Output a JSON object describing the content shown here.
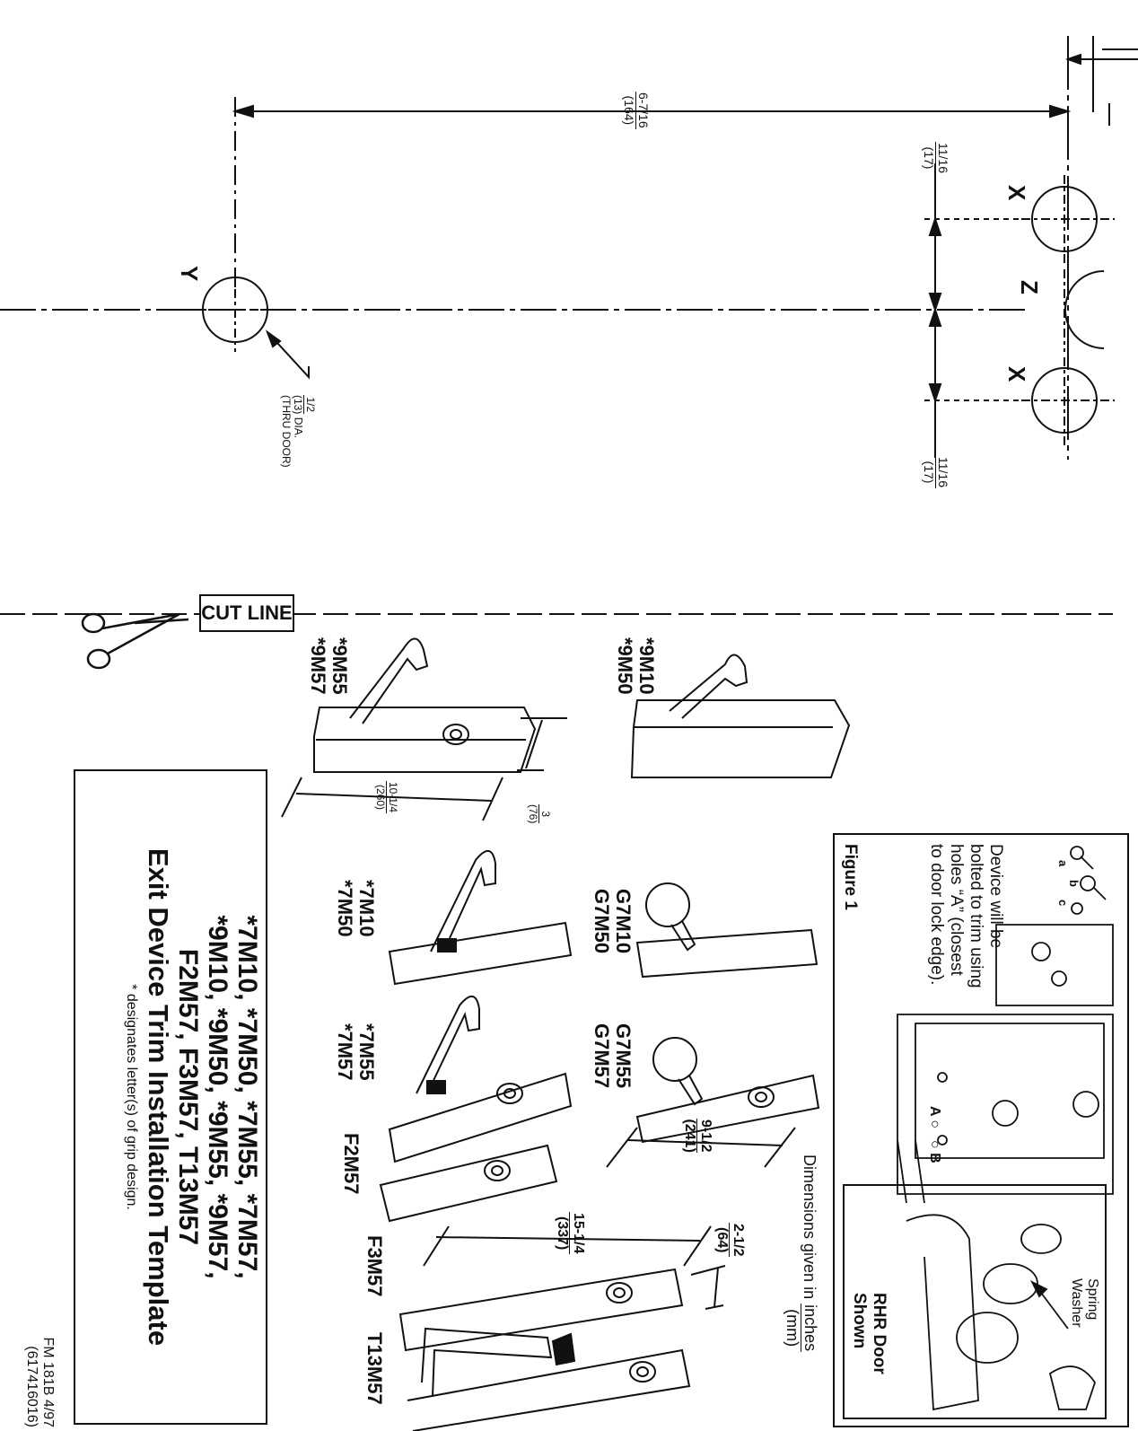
{
  "title": {
    "line1": "*7M10, *7M50, *7M55, *7M57,",
    "line2": "*9M10, *9M50, *9M55, *9M57,",
    "line3": "F2M57, F3M57, T13M57",
    "line4": "Exit Device Trim Installation Template",
    "note": "* designates letter(s) of grip design."
  },
  "footer": {
    "code": "FM 181B  4/97",
    "part": "(617416016)"
  },
  "cut_line": "CUT LINE",
  "holes": {
    "x": "X",
    "z": "Z",
    "y": "Y"
  },
  "dimensions": {
    "top": {
      "in": "6-7/16",
      "mm": "(164)"
    },
    "x_upper": {
      "in": "11/16",
      "mm": "(17)"
    },
    "x_lower": {
      "in": "11/16",
      "mm": "(17)"
    },
    "hole_dia": {
      "in": "1/2",
      "mm": "(13)",
      "dia": "DIA.",
      "note": "(THRU DOOR)"
    },
    "plate_9m": {
      "in": "10-1/4",
      "mm": "(260)"
    },
    "plate_9m_w": {
      "in": "3",
      "mm": "(76)"
    },
    "plate_7m": {
      "in": "9-1/2",
      "mm": "(241)"
    },
    "plate_f3": {
      "in": "15-1/4",
      "mm": "(337)"
    },
    "plate_f3_w": {
      "in": "2-1/2",
      "mm": "(64)"
    }
  },
  "models": {
    "m9a1": "*9M10",
    "m9a2": "*9M50",
    "m9b1": "*9M55",
    "m9b2": "*9M57",
    "g1a": "G7M10",
    "g1b": "G7M50",
    "g2a": "G7M55",
    "g2b": "G7M57",
    "m7a1": "*7M10",
    "m7a2": "*7M50",
    "m7b1": "*7M55",
    "m7b2": "*7M57",
    "f2": "F2M57",
    "f3": "F3M57",
    "t13": "T13M57"
  },
  "dims_note": {
    "prefix": "Dimensions given in",
    "in": "inches",
    "mm": "(mm)"
  },
  "figure": {
    "caption": "Figure 1",
    "text1": "Device will be",
    "text2": "bolted to trim using",
    "text3": "holes “A” (closest",
    "text4": "to door lock edge).",
    "rhr1": "RHR Door",
    "rhr2": "Shown",
    "spring1": "Spring",
    "spring2": "Washer",
    "label_a": "a",
    "label_b": "b",
    "label_c": "c",
    "hole_a": "A",
    "hole_b": "B"
  }
}
